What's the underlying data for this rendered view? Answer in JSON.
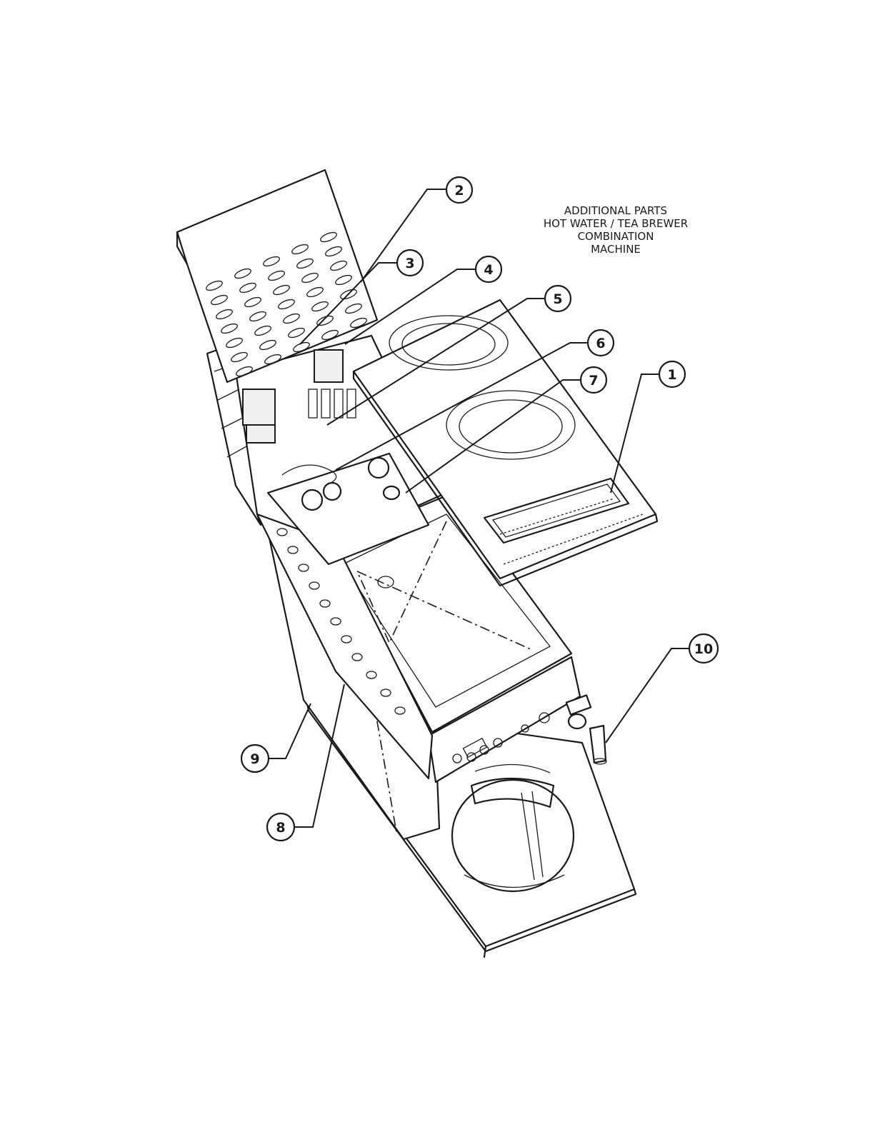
{
  "note": {
    "lines": [
      "ADDITIONAL PARTS",
      "HOT WATER / TEA BREWER",
      "COMBINATION",
      "MACHINE"
    ]
  },
  "callouts": [
    {
      "id": "1",
      "label": "1"
    },
    {
      "id": "2",
      "label": "2"
    },
    {
      "id": "3",
      "label": "3"
    },
    {
      "id": "4",
      "label": "4"
    },
    {
      "id": "5",
      "label": "5"
    },
    {
      "id": "6",
      "label": "6"
    },
    {
      "id": "7",
      "label": "7"
    },
    {
      "id": "8",
      "label": "8"
    },
    {
      "id": "9",
      "label": "9"
    },
    {
      "id": "10",
      "label": "10"
    }
  ]
}
